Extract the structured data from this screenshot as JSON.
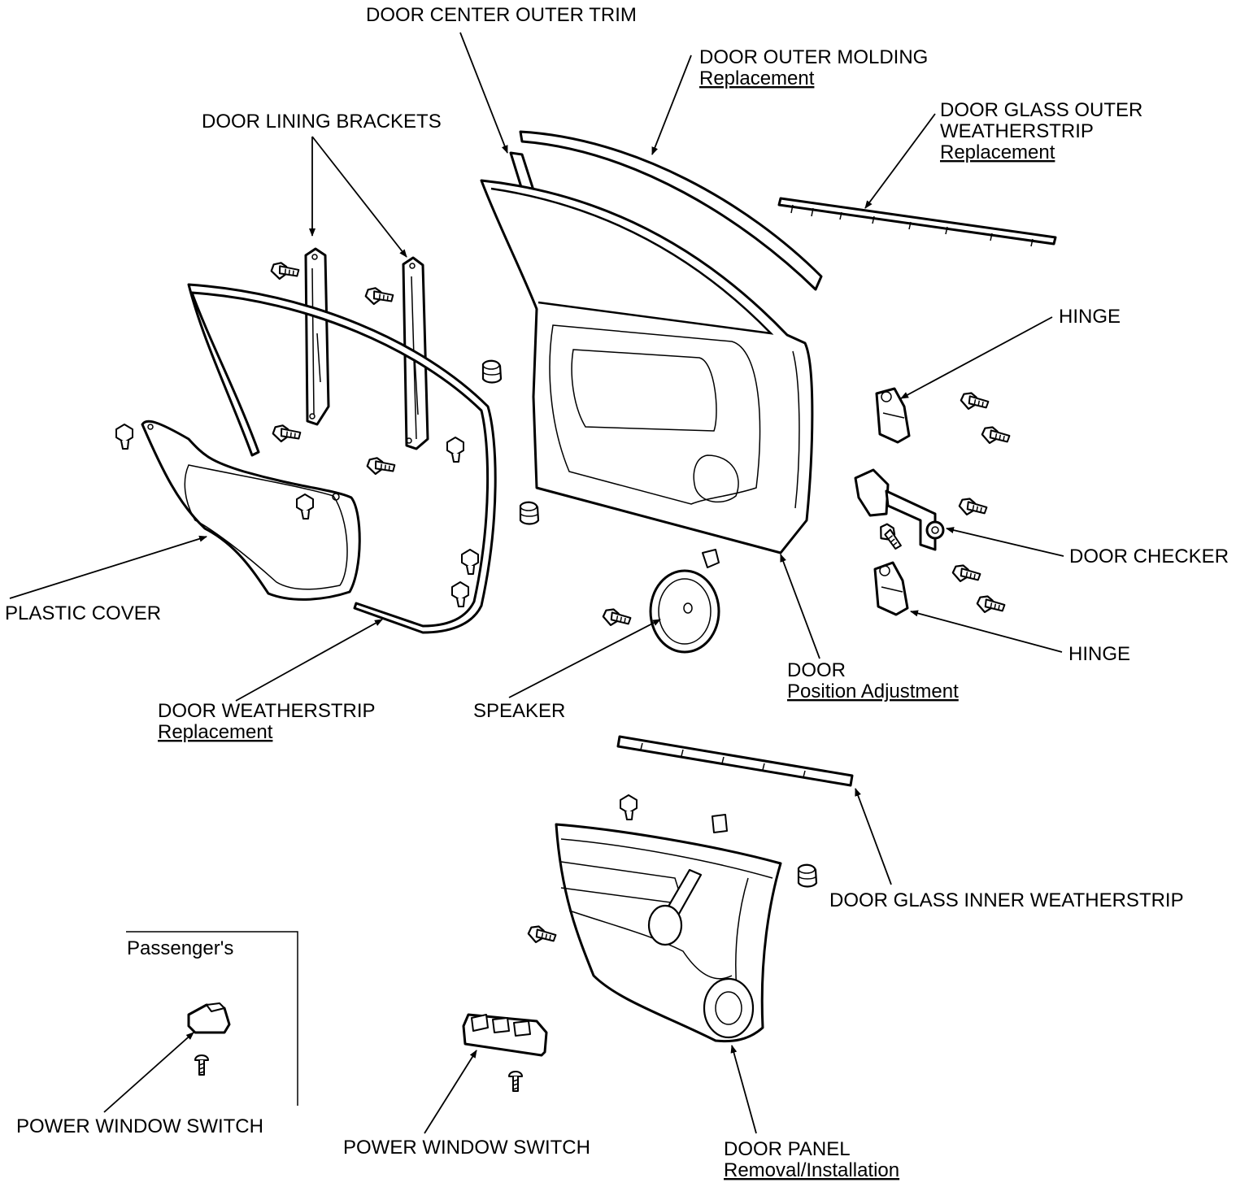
{
  "labels": {
    "door_center_outer_trim": "DOOR CENTER OUTER TRIM",
    "door_outer_molding": "DOOR OUTER MOLDING",
    "door_outer_molding_link": "Replacement",
    "door_lining_brackets": "DOOR LINING BRACKETS",
    "door_glass_outer_weatherstrip_1": "DOOR GLASS OUTER",
    "door_glass_outer_weatherstrip_2": "WEATHERSTRIP",
    "door_glass_outer_weatherstrip_link": "Replacement",
    "hinge_upper": "HINGE",
    "door_checker": "DOOR CHECKER",
    "hinge_lower": "HINGE",
    "plastic_cover": "PLASTIC COVER",
    "door": "DOOR",
    "door_link": "Position Adjustment",
    "door_weatherstrip": "DOOR WEATHERSTRIP",
    "door_weatherstrip_link": "Replacement",
    "speaker": "SPEAKER",
    "door_glass_inner_weatherstrip": "DOOR GLASS INNER WEATHERSTRIP",
    "passengers": "Passenger's",
    "power_window_switch_passenger": "POWER WINDOW SWITCH",
    "power_window_switch_driver": "POWER WINDOW SWITCH",
    "door_panel": "DOOR PANEL",
    "door_panel_link": "Removal/Installation"
  },
  "colors": {
    "ink": "#000000",
    "paper": "#ffffff"
  }
}
